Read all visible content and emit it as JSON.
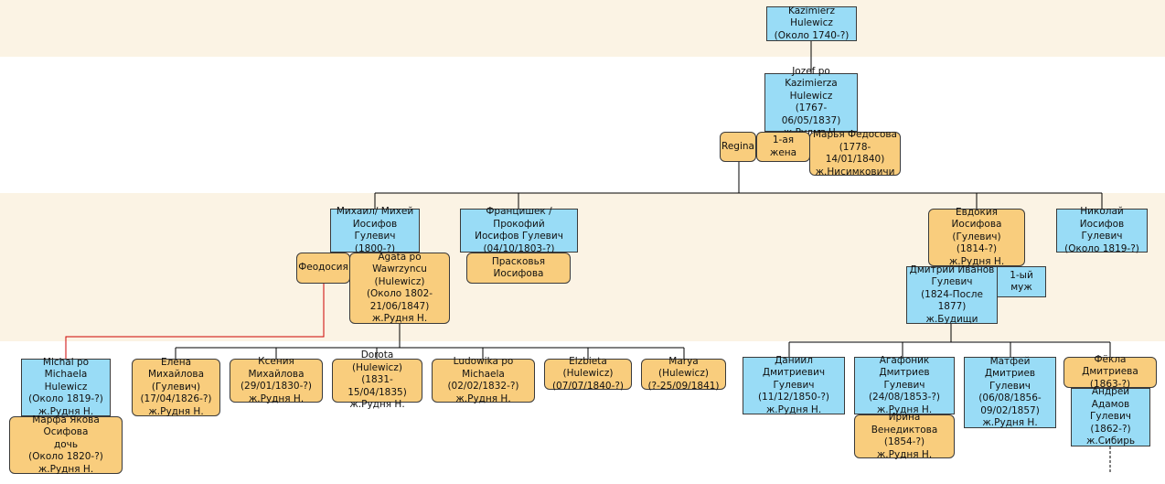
{
  "nodes": [
    {
      "id": "kazimierz",
      "sex": "m",
      "lines": [
        "Kazimierz Hulewicz",
        "(Около 1740-?)"
      ]
    },
    {
      "id": "jozef",
      "sex": "m",
      "lines": [
        "Jozef po Kazimierza",
        "Hulewicz",
        "(1767-06/05/1837)",
        "ж.Рудня Н."
      ]
    },
    {
      "id": "regina",
      "sex": "f",
      "lines": [
        "Regina"
      ]
    },
    {
      "id": "wife1",
      "sex": "f",
      "lines": [
        "1-ая жена"
      ]
    },
    {
      "id": "marya-fed",
      "sex": "f",
      "lines": [
        "Марья Федосова",
        "(1778-14/01/1840)",
        "ж.Нисимковичи"
      ]
    },
    {
      "id": "mikhail",
      "sex": "m",
      "lines": [
        "Михаил/ Михей",
        "Иосифов Гулевич",
        "(1800-?)"
      ]
    },
    {
      "id": "feodosia",
      "sex": "f",
      "lines": [
        "Феодосия"
      ]
    },
    {
      "id": "agata",
      "sex": "f",
      "lines": [
        "Agata po Wawrzyncu",
        "(Hulewicz)",
        "(Около 1802-",
        "21/06/1847)",
        "ж.Рудня Н."
      ]
    },
    {
      "id": "francishek",
      "sex": "m",
      "lines": [
        "Францишек / Прокофий",
        "Иосифов Гулевич",
        "(04/10/1803-?)"
      ]
    },
    {
      "id": "praskovya",
      "sex": "f",
      "lines": [
        "Прасковья Иосифова"
      ]
    },
    {
      "id": "evdokia",
      "sex": "f",
      "lines": [
        "Евдокия Иосифова",
        "(Гулевич)",
        "(1814-?)",
        "ж.Рудня Н."
      ]
    },
    {
      "id": "dmitriy",
      "sex": "m",
      "lines": [
        "Дмитрий Иванов",
        "Гулевич",
        "(1824-После 1877)",
        "ж.Будищи"
      ]
    },
    {
      "id": "husband1",
      "sex": "m",
      "lines": [
        "1-ый муж"
      ]
    },
    {
      "id": "nikolay",
      "sex": "m",
      "lines": [
        "Николай Иосифов",
        "Гулевич",
        "(Около 1819-?)"
      ]
    },
    {
      "id": "michal",
      "sex": "m",
      "lines": [
        "Michal po Michaela",
        "Hulewicz",
        "(Около 1819-?)",
        "ж.Рудня Н."
      ]
    },
    {
      "id": "marfa",
      "sex": "f",
      "lines": [
        "Марфа Якова Осифова",
        "дочь",
        "(Около 1820-?)",
        "ж.Рудня Н."
      ]
    },
    {
      "id": "elena",
      "sex": "f",
      "lines": [
        "Елена Михайлова",
        "(Гулевич)",
        "(17/04/1826-?)",
        "ж.Рудня Н."
      ]
    },
    {
      "id": "ksenia",
      "sex": "f",
      "lines": [
        "Ксения Михайлова",
        "(29/01/1830-?)",
        "ж.Рудня Н."
      ]
    },
    {
      "id": "dorota",
      "sex": "f",
      "lines": [
        "Dorota (Hulewicz)",
        "(1831-15/04/1835)",
        "ж.Рудня Н."
      ]
    },
    {
      "id": "ludowika",
      "sex": "f",
      "lines": [
        "Ludowika po Michaela",
        "(02/02/1832-?)",
        "ж.Рудня Н."
      ]
    },
    {
      "id": "elzbieta",
      "sex": "f",
      "lines": [
        "Elzbieta (Hulewicz)",
        "(07/07/1840-?)"
      ]
    },
    {
      "id": "marya-hul",
      "sex": "f",
      "lines": [
        "Marya (Hulewicz)",
        "(?-25/09/1841)"
      ]
    },
    {
      "id": "daniil",
      "sex": "m",
      "lines": [
        "Даниил Дмитриевич",
        "Гулевич",
        "(11/12/1850-?)",
        "ж.Рудня Н."
      ]
    },
    {
      "id": "agafonik",
      "sex": "m",
      "lines": [
        "Агафоник Дмитриев",
        "Гулевич",
        "(24/08/1853-?)",
        "ж.Рудня Н."
      ]
    },
    {
      "id": "irina",
      "sex": "f",
      "lines": [
        "Ирина Венедиктова",
        "(1854-?)",
        "ж.Рудня Н."
      ]
    },
    {
      "id": "matfey",
      "sex": "m",
      "lines": [
        "Матфей Дмитриев",
        "Гулевич",
        "(06/08/1856-",
        "09/02/1857)",
        "ж.Рудня Н."
      ]
    },
    {
      "id": "fekla",
      "sex": "f",
      "lines": [
        "Фёкла Дмитриева",
        "(1863-?)"
      ]
    },
    {
      "id": "andrey",
      "sex": "m",
      "lines": [
        "Андрей Адамов",
        "Гулевич",
        "(1862-?)",
        "ж.Сибирь"
      ]
    }
  ],
  "colors": {
    "male": "#99dcf6",
    "female": "#f9cd7d",
    "band": "#fbf3e4",
    "line": "#000000",
    "highlight_line": "#cc0000"
  }
}
